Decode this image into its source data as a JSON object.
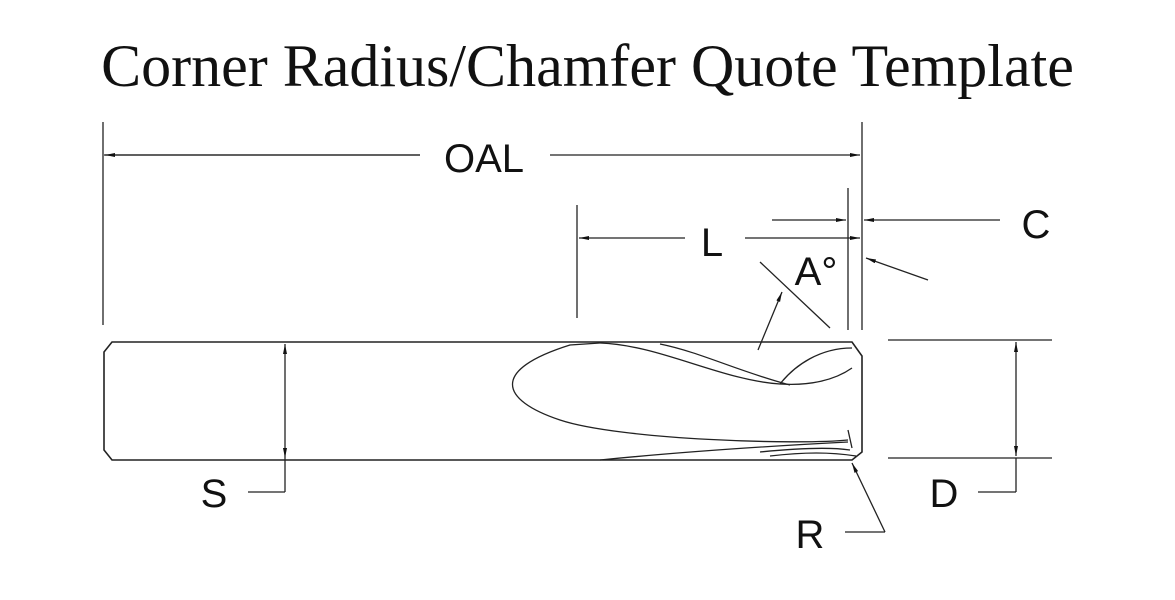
{
  "title": "Corner Radius/Chamfer Quote Template",
  "labels": {
    "overall_length": "OAL",
    "length_of_cut": "L",
    "chamfer": "C",
    "angle": "A°",
    "shank_diameter": "S",
    "cutting_diameter": "D",
    "corner_radius": "R"
  },
  "colors": {
    "line": "#222222",
    "text": "#111111",
    "background": "#ffffff"
  }
}
